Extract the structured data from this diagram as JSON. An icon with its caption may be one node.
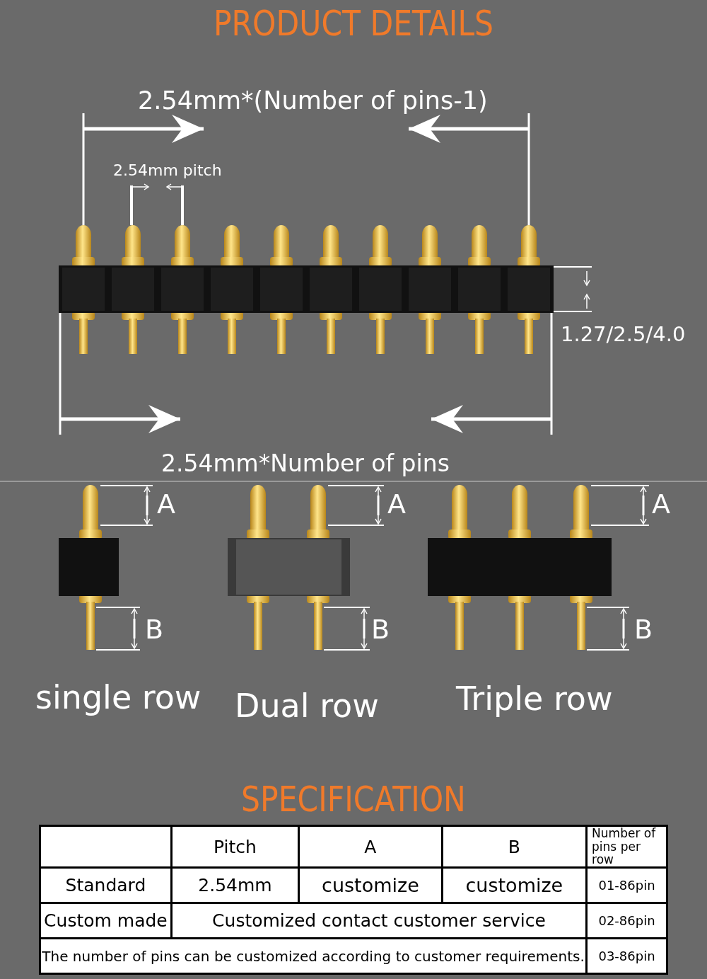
{
  "diagram": {
    "title": "PRODUCT DETAILS",
    "labels": [
      "2.54mm*(Number of pins-1)",
      "2.54mm pitch",
      "1.27/2.5/4.0",
      "2.54mm*Number of pins",
      "A",
      "A",
      "A",
      "B",
      "B",
      "B",
      "single row",
      "Dual row",
      "Triple row",
      "SPECIFICATION",
      "Pitch",
      "A",
      "B",
      "Number of pins per row",
      "Standard",
      "2.54mm",
      "customize",
      "customize",
      "01-86pin",
      "Custom made",
      "Customized contact customer service",
      "02-86pin",
      "The number of pins can be customized according to customer requirements.",
      "03-86pin"
    ]
  }
}
